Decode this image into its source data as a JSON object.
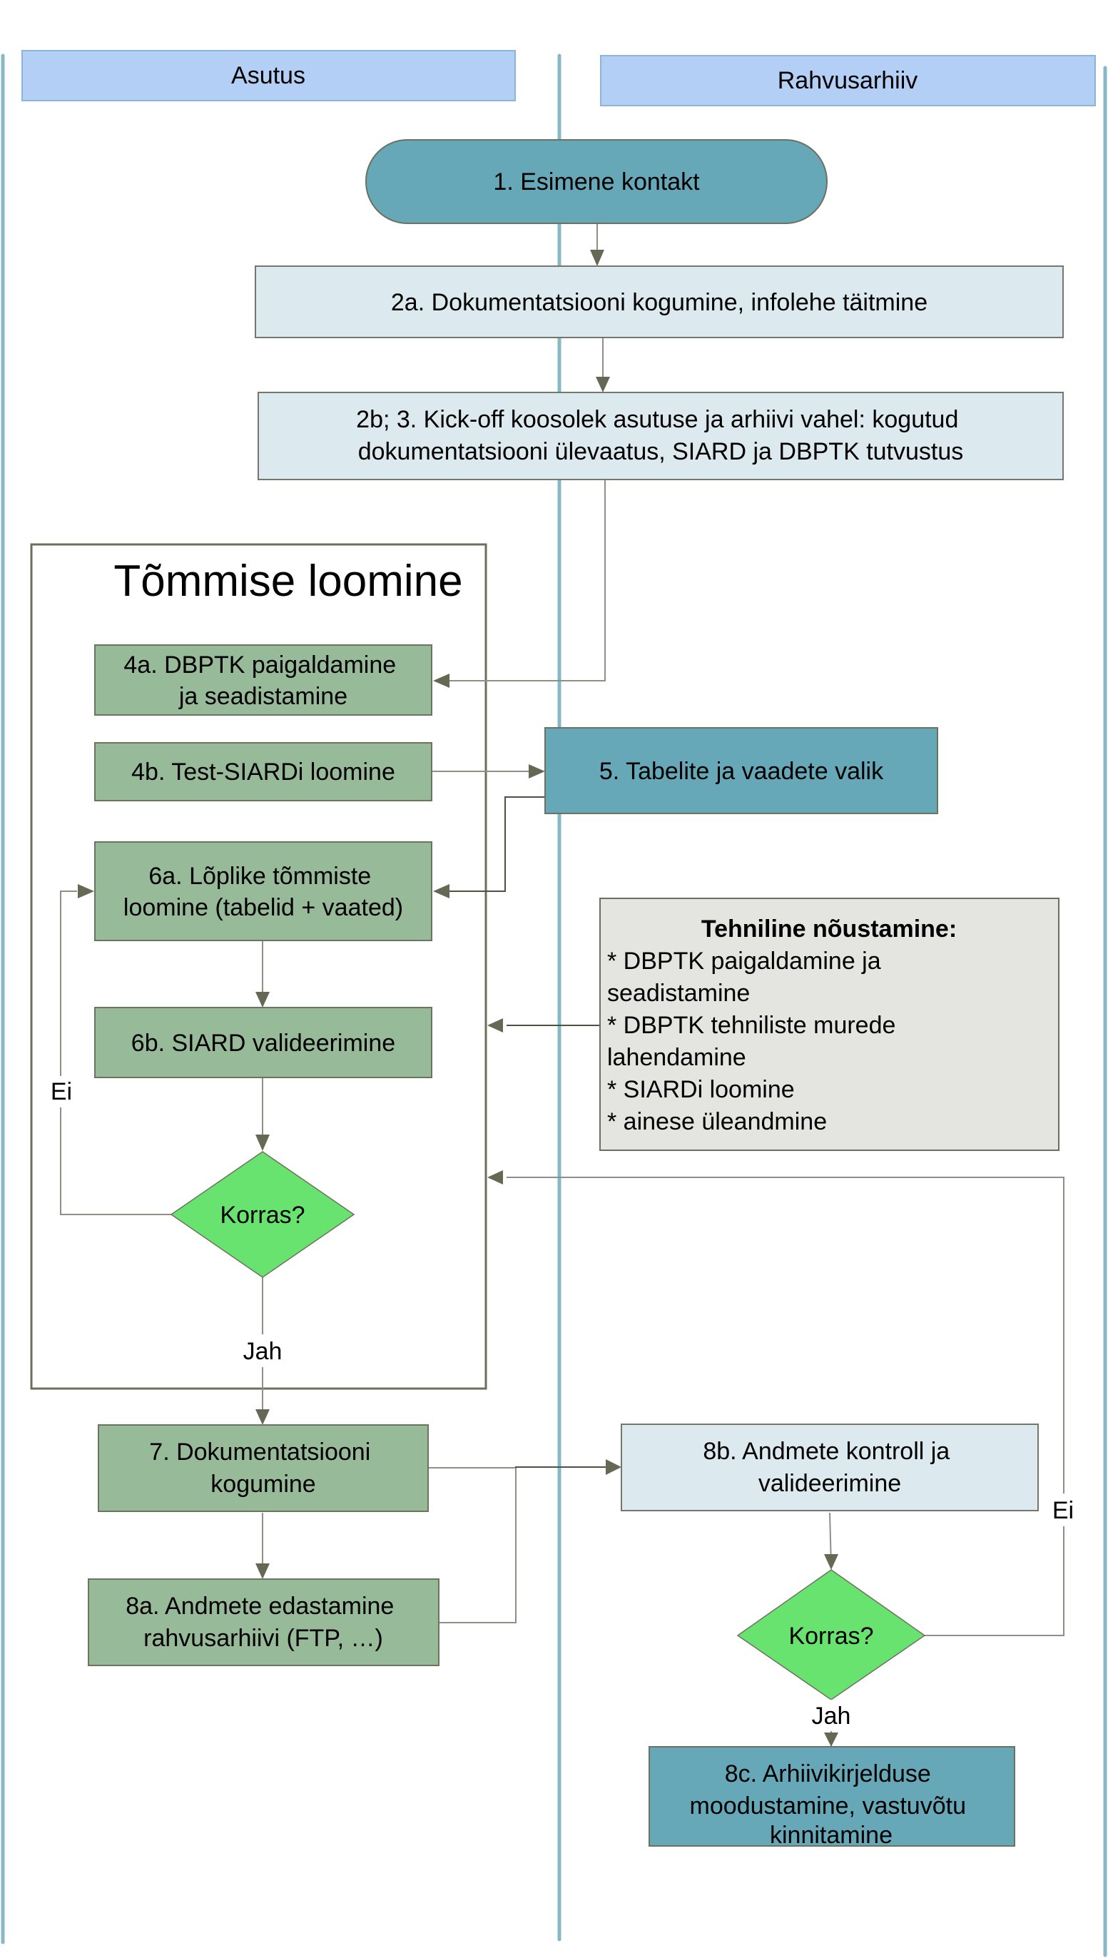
{
  "lanes": {
    "left": {
      "title": "Asutus"
    },
    "right": {
      "title": "Rahvusarhiiv"
    }
  },
  "group": {
    "title": "Tõmmise loomine"
  },
  "nodes": {
    "n1": {
      "lines": [
        "1. Esimene kontakt"
      ]
    },
    "n2a": {
      "lines": [
        "2a. Dokumentatsiooni kogumine, infolehe täitmine"
      ]
    },
    "n2b": {
      "lines": [
        "2b; 3. Kick-off koosolek asutuse ja arhiivi vahel: kogutud",
        "dokumentatsiooni ülevaatus, SIARD ja DBPTK tutvustus"
      ]
    },
    "n4a": {
      "lines": [
        "4a. DBPTK paigaldamine",
        "ja seadistamine"
      ]
    },
    "n4b": {
      "lines": [
        "4b. Test-SIARDi loomine"
      ]
    },
    "n5": {
      "lines": [
        "5. Tabelite ja vaadete valik"
      ]
    },
    "n6a": {
      "lines": [
        "6a. Lõplike tõmmiste",
        "loomine (tabelid + vaated)"
      ]
    },
    "n6b": {
      "lines": [
        "6b. SIARD valideerimine"
      ]
    },
    "d1": {
      "lines": [
        "Korras?"
      ]
    },
    "n7": {
      "lines": [
        "7. Dokumentatsiooni",
        "kogumine"
      ]
    },
    "n8a": {
      "lines": [
        "8a. Andmete edastamine",
        "rahvusarhiivi (FTP, …)"
      ]
    },
    "n8b": {
      "lines": [
        "8b. Andmete kontroll ja",
        "valideerimine"
      ]
    },
    "d2": {
      "lines": [
        "Korras?"
      ]
    },
    "n8c": {
      "lines": [
        "8c. Arhiivikirjelduse",
        "moodustamine, vastuvõtu",
        "kinnitamine"
      ]
    }
  },
  "note": {
    "title": "Tehniline nõustamine:",
    "lines": [
      "* DBPTK paigaldamine ja",
      "seadistamine",
      "* DBPTK tehniliste murede",
      "lahendamine",
      "* SIARDi loomine",
      "* ainese üleandmine"
    ]
  },
  "edge_labels": {
    "d1_no": "Ei",
    "d1_yes": "Jah",
    "d2_no": "Ei",
    "d2_yes": "Jah"
  },
  "colors": {
    "lane_header": "#b3cff5",
    "lane_line": "#86b8c6",
    "asutus_task": "#97ba99",
    "archive_task": "#dceaf0",
    "key_step": "#66a8b8",
    "decision": "#69e36f",
    "note": "#e4e5e0",
    "connector": "#656852"
  }
}
